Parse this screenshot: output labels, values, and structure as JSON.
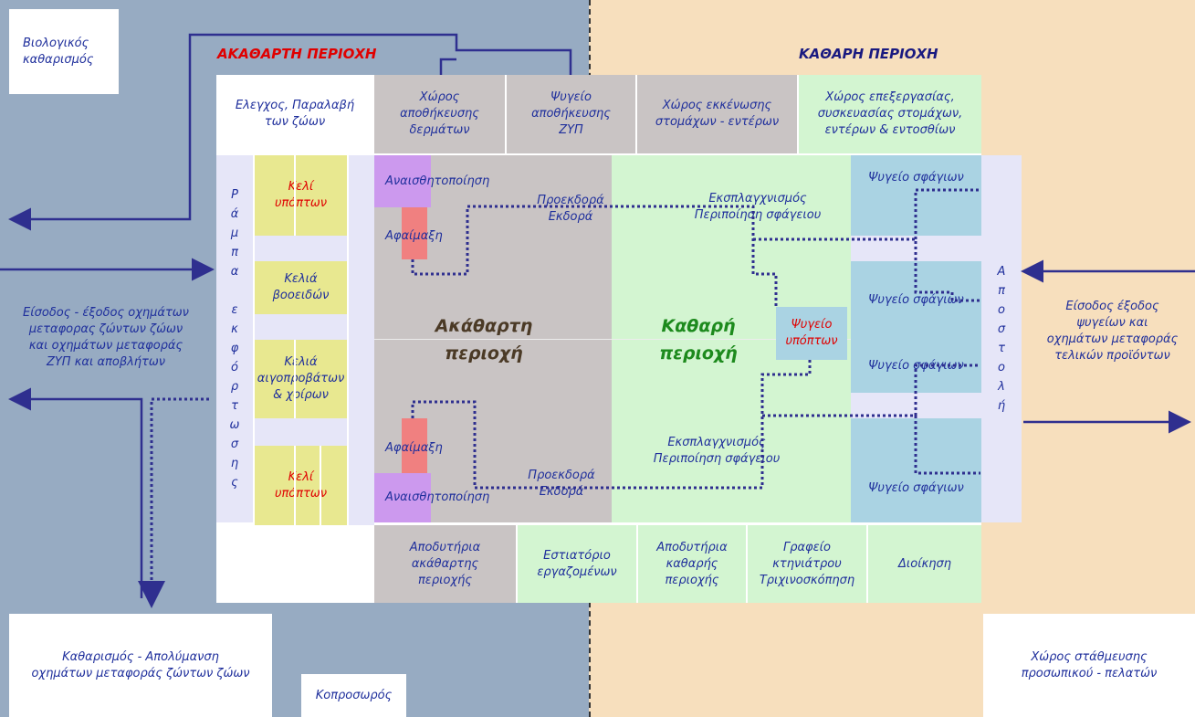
{
  "colors": {
    "dirty_zone_bg": "#97abc2",
    "clean_zone_bg": "#f7dfbd",
    "stun_cell": "#cc99ee",
    "bleed_cell": "#f08080",
    "dirty_hall": "#c9c4c4",
    "clean_hall": "#d3f5d1",
    "carcass_fridge": "#aad3e3",
    "pen": "#e8e890",
    "lavender": "#e6e6f8",
    "flow_line": "#2f2f8f",
    "title_red": "#e00000",
    "title_navy": "#1a1a80"
  },
  "zones": {
    "dirty_title": "ΑΚΑΘΑΡΤΗ ΠΕΡΙΟΧΗ",
    "clean_title": "ΚΑΘΑΡΗ ΠΕΡΙΟΧΗ"
  },
  "outside": {
    "bio": "Βιολογικός\nκαθαρισμός",
    "vehicles_in": "Είσοδος - έξοδος οχημάτων\nμεταφορας ζώντων ζώων\nκαι οχημάτων μεταφοράς\nΖΥΠ και αποβλήτων",
    "wash": "Καθαρισμός - Απολύμανση\nοχημάτων μεταφοράς ζώντων ζώων",
    "manure": "Κοπροσωρός",
    "fridge_entry": "Είσοδος έξοδος\nψυγείων και\nοχημάτων μεταφοράς\nτελικών προϊόντων",
    "parking": "Χώρος στάθμευσης\nπροσωπικού - πελατών"
  },
  "top_rooms": {
    "reception": "Ελεγχος, Παραλαβή\nτων ζώων",
    "hides": "Χώρος\nαποθήκευσης\nδερμάτων",
    "abp_fridge": "Ψυγείο\nαποθήκευσης\nΖΥΠ",
    "stomach": "Χώρος εκκένωσης\nστομάχων - εντέρων",
    "processing": "Χώρος επεξεργασίας,\nσυσκευασίας στομάχων,\nεντέρων & εντοσθίων"
  },
  "ramp": "Ρ\nά\nμ\nπ\nα\n\nε\nκ\nφ\nό\nρ\nτ\nω\nσ\nη\nς",
  "pens": {
    "suspect1": "Κελί\nυπόπτων",
    "cattle": "Κελιά\nβοοειδών",
    "sheep_pig": "Κελιά\nαιγοπροβάτων\n& χοίρων",
    "suspect2": "Κελί\nυπόπτων"
  },
  "line_top": {
    "stun": "Αναισθητοποίηση",
    "bleed": "Αφαίμαξη",
    "skin": "Προεκδορά\nΕκδορά",
    "evisc": "Εκσπλαγχνισμός\nΠεριποίηση σφάγειου"
  },
  "line_bottom": {
    "stun": "Αναισθητοποίηση",
    "bleed": "Αφαίμαξη",
    "skin": "Προεκδορά\nΕκδορά",
    "evisc": "Εκσπλαγχνισμός\nΠεριποίηση σφάγειου"
  },
  "center": {
    "dirty": "Ακάθαρτη\nπεριοχή",
    "clean": "Καθαρή\nπεριοχή",
    "suspect_fridge": "Ψυγείο\nυπόπτων"
  },
  "fridges": [
    "Ψυγείο σφάγιων",
    "Ψυγείο σφάγιων",
    "Ψυγείο σφάγιων",
    "Ψυγείο σφάγιων"
  ],
  "dispatch": "Α\nπ\nο\nσ\nτ\nο\nλ\nή",
  "bottom_rooms": {
    "changing_dirty": "Αποδυτήρια\nακάθαρτης\nπεριοχής",
    "canteen": "Εστιατόριο\nεργαζομένων",
    "changing_clean": "Αποδυτήρια\nκαθαρής\nπεριοχής",
    "vet": "Γραφείο\nκτηνιάτρου\nΤριχινοσκόπηση",
    "admin": "Διοίκηση"
  }
}
